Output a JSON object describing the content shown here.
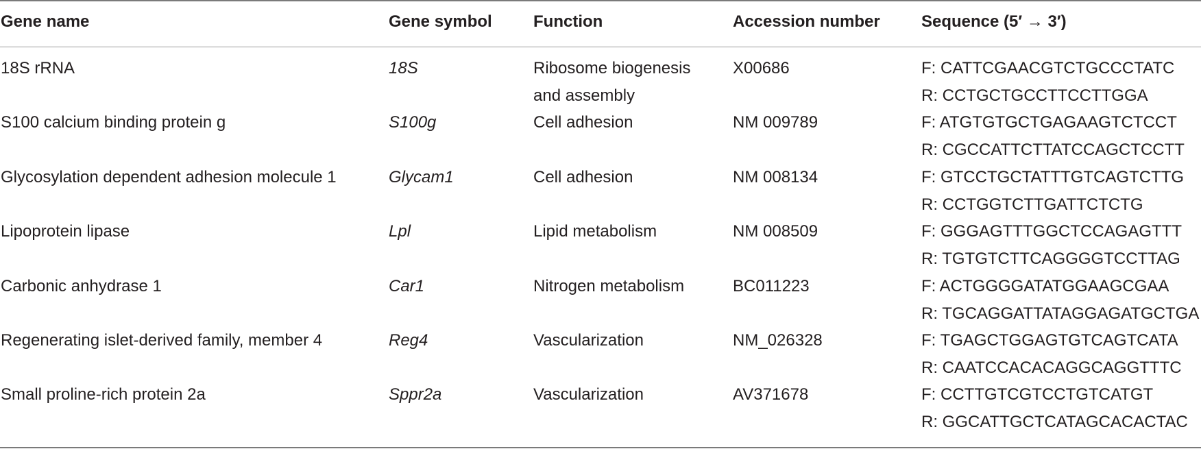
{
  "table": {
    "headers": {
      "gene_name": "Gene name",
      "gene_symbol": "Gene symbol",
      "function": "Function",
      "accession": "Accession number",
      "sequence": "Sequence (5′ → 3′)"
    },
    "rows": [
      {
        "gene_name": "18S rRNA",
        "gene_symbol": "18S",
        "function_line1": "Ribosome biogenesis",
        "function_line2": "and assembly",
        "accession": "X00686",
        "forward": "F: CATTCGAACGTCTGCCCTATC",
        "reverse": "R: CCTGCTGCCTTCCTTGGA"
      },
      {
        "gene_name": "S100 calcium binding protein g",
        "gene_symbol": "S100g",
        "function_line1": "Cell adhesion",
        "function_line2": "",
        "accession": "NM 009789",
        "forward": "F: ATGTGTGCTGAGAAGTCTCCT",
        "reverse": "R: CGCCATTCTTATCCAGCTCCTT"
      },
      {
        "gene_name": "Glycosylation dependent adhesion molecule 1",
        "gene_symbol": "Glycam1",
        "function_line1": "Cell adhesion",
        "function_line2": "",
        "accession": "NM 008134",
        "forward": "F: GTCCTGCTATTTGTCAGTCTTG",
        "reverse": "R: CCTGGTCTTGATTCTCTG"
      },
      {
        "gene_name": "Lipoprotein lipase",
        "gene_symbol": "Lpl",
        "function_line1": "Lipid metabolism",
        "function_line2": "",
        "accession": "NM 008509",
        "forward": "F: GGGAGTTTGGCTCCAGAGTTT",
        "reverse": "R: TGTGTCTTCAGGGGTCCTTAG"
      },
      {
        "gene_name": "Carbonic anhydrase 1",
        "gene_symbol": "Car1",
        "function_line1": "Nitrogen metabolism",
        "function_line2": "",
        "accession": "BC011223",
        "forward": "F: ACTGGGGATATGGAAGCGAA",
        "reverse": "R: TGCAGGATTATAGGAGATGCTGA"
      },
      {
        "gene_name": "Regenerating islet-derived family, member 4",
        "gene_symbol": "Reg4",
        "function_line1": "Vascularization",
        "function_line2": "",
        "accession": "NM_026328",
        "forward": "F: TGAGCTGGAGTGTCAGTCATA",
        "reverse": "R: CAATCCACACAGGCAGGTTTC"
      },
      {
        "gene_name": "Small proline-rich protein 2a",
        "gene_symbol": "Sppr2a",
        "function_line1": "Vascularization",
        "function_line2": "",
        "accession": "AV371678",
        "forward": "F: CCTTGTCGTCCTGTCATGT",
        "reverse": "R: GGCATTGCTCATAGCACACTAC"
      }
    ]
  }
}
